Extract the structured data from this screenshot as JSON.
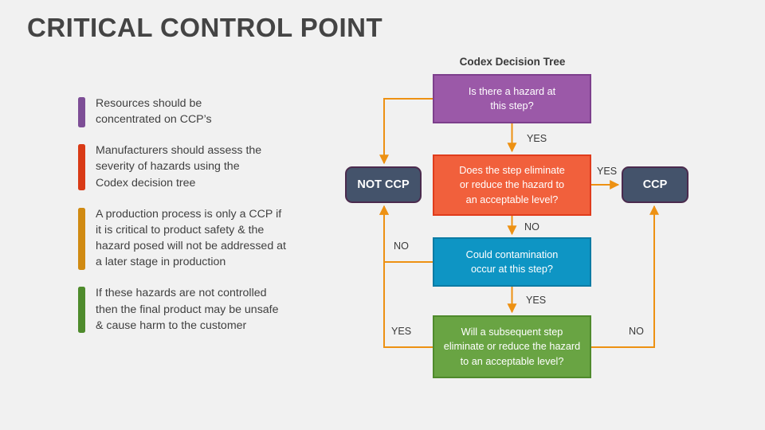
{
  "slide": {
    "title": "CRITICAL CONTROL POINT",
    "background_color": "#f1f1f1",
    "title_color": "#444444"
  },
  "bullets": [
    {
      "color": "#7d4e96",
      "text": "Resources should be\nconcentrated on CCP’s"
    },
    {
      "color": "#d93a16",
      "text": "Manufacturers should assess the\nseverity of hazards using the\nCodex decision tree"
    },
    {
      "color": "#d08a12",
      "text": "A production process is only a CCP if\nit is critical to product safety & the\nhazard posed will not be addressed at\na later stage in production"
    },
    {
      "color": "#4e8b2c",
      "text": "If these hazards are not controlled\nthen the final product may be unsafe\n& cause harm to the customer"
    }
  ],
  "tree": {
    "title": "Codex Decision Tree",
    "arrow_color": "#ed9113",
    "nodes": {
      "hazard": {
        "label": "Is there a hazard at\nthis step?",
        "fill": "#9b59a8",
        "stroke": "#7d3f8c"
      },
      "eliminate": {
        "label": "Does the step eliminate\nor reduce the hazard to\nan acceptable level?",
        "fill": "#f1603c",
        "stroke": "#e03c1c"
      },
      "contamination": {
        "label": "Could contamination\noccur at this step?",
        "fill": "#0e95c4",
        "stroke": "#0c7ba4"
      },
      "subsequent": {
        "label": "Will a subsequent step\neliminate or reduce the hazard\nto an acceptable level?",
        "fill": "#69a443",
        "stroke": "#4f8a2c"
      },
      "not_ccp": {
        "label": "NOT CCP",
        "fill": "#44536b",
        "stroke": "#4b2b4e"
      },
      "ccp": {
        "label": "CCP",
        "fill": "#44536b",
        "stroke": "#4b2b4e"
      }
    },
    "edge_labels": {
      "hazard_to_eliminate": "YES",
      "eliminate_to_contamination": "NO",
      "contamination_to_subsequent": "YES",
      "eliminate_to_ccp": "YES",
      "contamination_to_not_ccp": "NO",
      "subsequent_to_not_ccp": "YES",
      "subsequent_to_ccp": "NO"
    }
  }
}
